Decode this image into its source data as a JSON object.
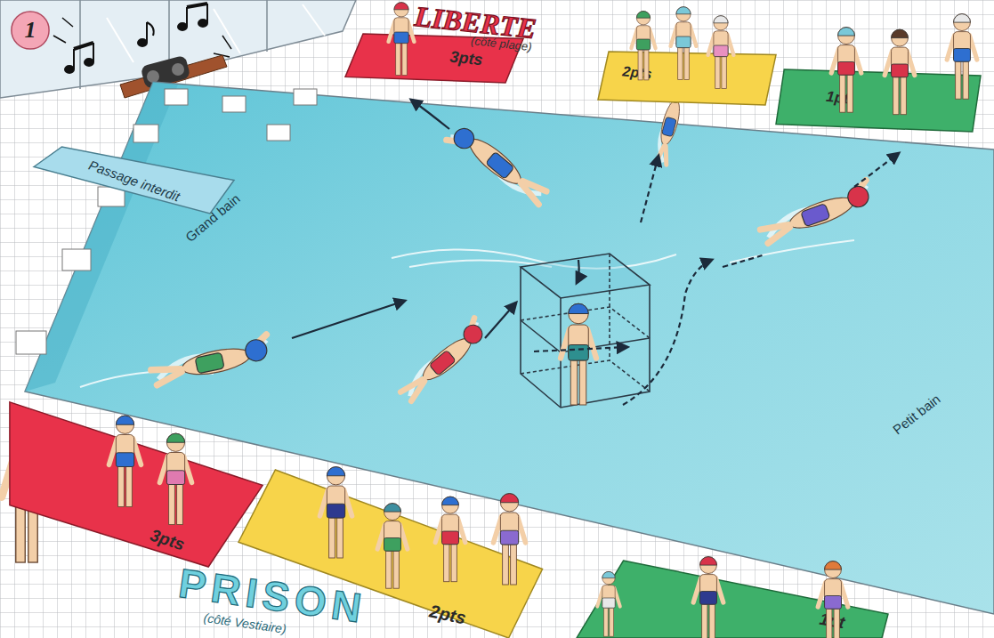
{
  "diagram": {
    "nodes": [
      {
        "text": [
          "1"
        ]
      },
      {
        "text": [
          "3pts"
        ]
      },
      {
        "text": [
          "2pts"
        ]
      },
      {
        "text": [
          "1pt"
        ]
      },
      {
        "text": [
          "Passage interdit"
        ]
      },
      {
        "text": [
          "3pts"
        ]
      },
      {
        "text": [
          "2pts"
        ]
      },
      {
        "text": [
          "1pt"
        ]
      }
    ],
    "labels": [
      "LIBERTE",
      "(côté plage)",
      "Grand bain",
      "Petit bain",
      "PRISON",
      "(côté Vestiaire)"
    ]
  }
}
